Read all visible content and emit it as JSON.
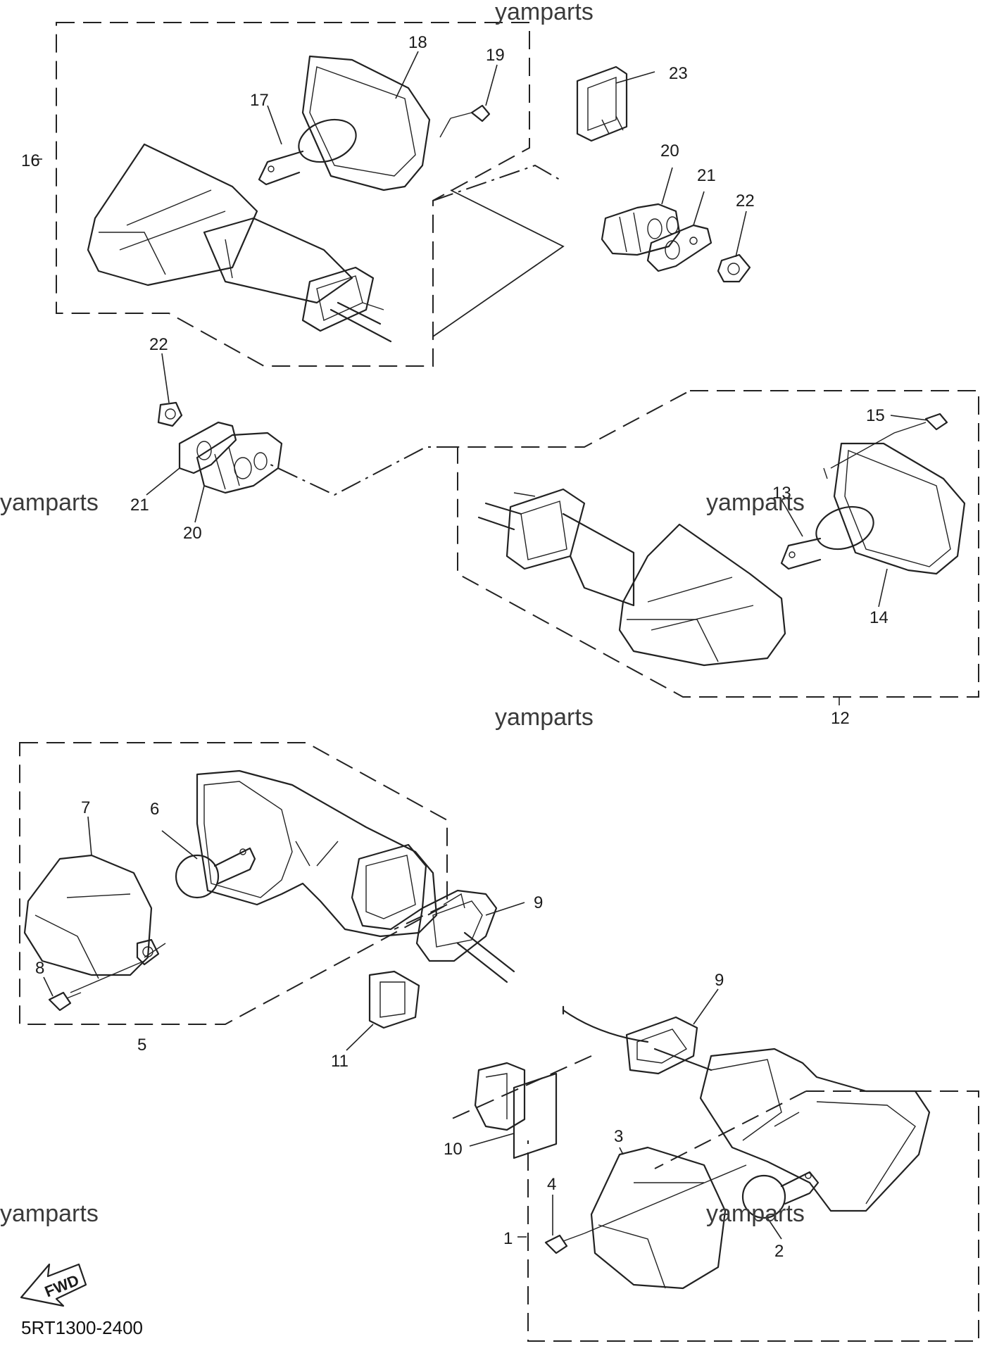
{
  "watermark": "yamparts",
  "diagram_code": "5RT1300-2400",
  "fwd_label": "FWD",
  "callouts": {
    "c1": "1",
    "c2": "2",
    "c3": "3",
    "c4": "4",
    "c5": "5",
    "c6": "6",
    "c7": "7",
    "c8": "8",
    "c9a": "9",
    "c9b": "9",
    "c10": "10",
    "c11": "11",
    "c12": "12",
    "c13": "13",
    "c14": "14",
    "c15": "15",
    "c16": "16",
    "c17": "17",
    "c18": "18",
    "c19": "19",
    "c20a": "20",
    "c20b": "20",
    "c21a": "21",
    "c21b": "21",
    "c22a": "22",
    "c22b": "22",
    "c23": "23"
  }
}
